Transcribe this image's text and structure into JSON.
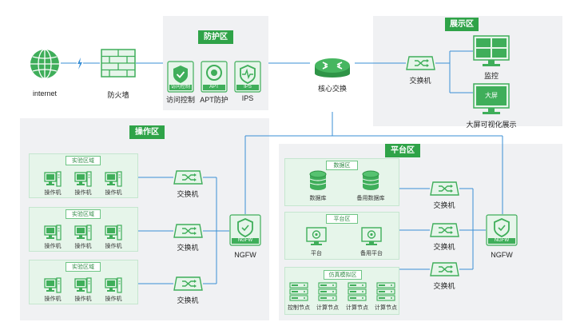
{
  "zones": {
    "protection": "防护区",
    "display": "展示区",
    "operation": "操作区",
    "platform": "平台区"
  },
  "subzones": {
    "lab1": "实验区域",
    "lab2": "实验区域",
    "lab3": "实验区域",
    "data": "数据区",
    "platform": "平台区",
    "sim": "仿真模拟区"
  },
  "nodes": {
    "internet": "internet",
    "firewall": "防火墙",
    "access_control": "访问控制",
    "access_control_badge": "访问控制",
    "apt": "APT防护",
    "apt_badge": "APT",
    "ips": "IPS",
    "ips_badge": "IPS",
    "core_switch": "核心交换",
    "display_switch": "交换机",
    "monitor": "监控",
    "big_screen": "大屏可视化展示",
    "big_screen_badge": "大屏",
    "op_switch": [
      "交换机",
      "交换机",
      "交换机"
    ],
    "ngfw_badge": "NGFW",
    "ngfw": "NGFW",
    "operator_pc": "操作机",
    "database": "数据库",
    "backup_database": "备用数据库",
    "platform_node": "平台",
    "backup_platform": "备用平台",
    "control_node": "控制节点",
    "compute_node": "计算节点",
    "pf_switch": [
      "交换机",
      "交换机",
      "交换机"
    ]
  },
  "colors": {
    "accent": "#2fa348",
    "link": "#3a8fd6",
    "zone_bg": "#f0f1f3",
    "subzone_bg": "#e6f5ea"
  }
}
